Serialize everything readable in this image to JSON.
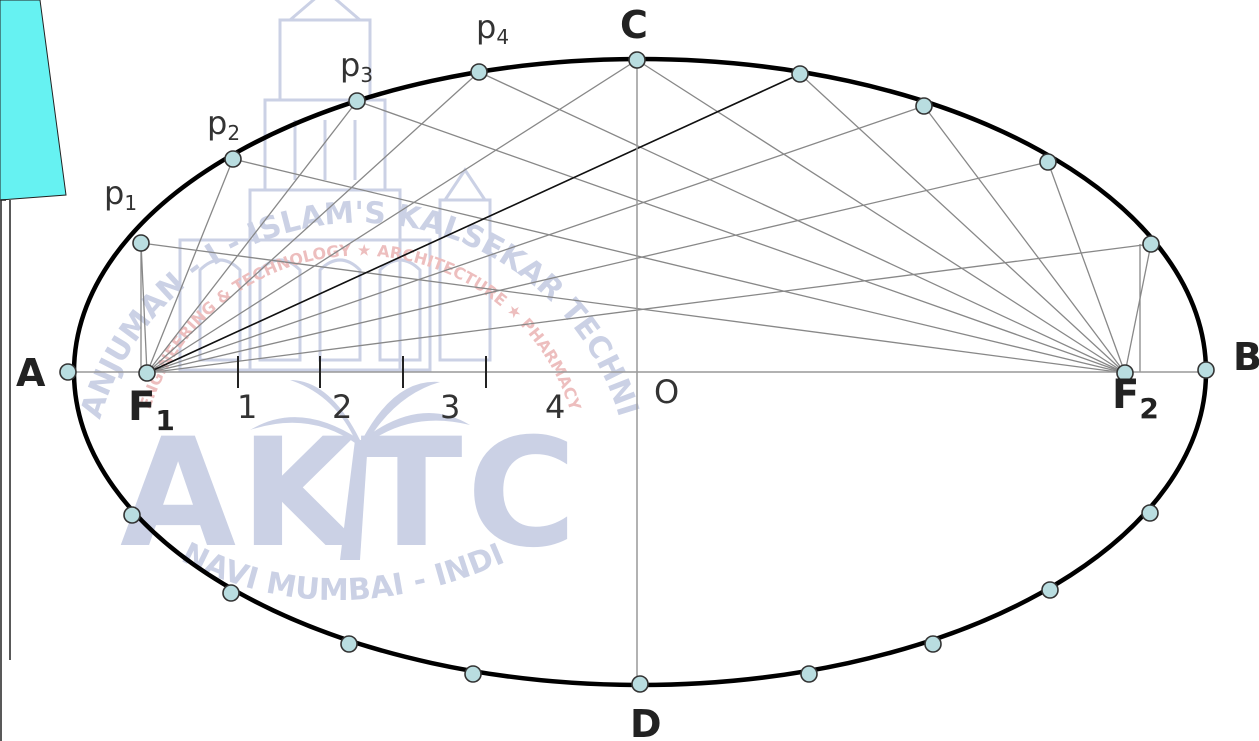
{
  "diagram": {
    "points": {
      "A": "A",
      "B": "B",
      "C": "C",
      "D": "D",
      "O": "O",
      "F1_base": "F",
      "F1_sub": "1",
      "F2_base": "F",
      "F2_sub": "2"
    },
    "p_labels": [
      {
        "base": "p",
        "sub": "1"
      },
      {
        "base": "p",
        "sub": "2"
      },
      {
        "base": "p",
        "sub": "3"
      },
      {
        "base": "p",
        "sub": "4"
      }
    ],
    "divisions": [
      "1",
      "2",
      "3",
      "4"
    ]
  },
  "watermark": {
    "arc_top": "ANJUMAN - I - ISLAM'S KALSEKAR TECHNICAL CAMPUS NEW PANVEL",
    "arc_inner": "ENGINEERING & TECHNOLOGY ★ ARCHITECTURE ★ PHARMACY",
    "logo_text": "AKTC",
    "bottom": "NAVI MUMBAI - INDIA"
  },
  "colors": {
    "ellipse": "#000000",
    "construction": "#888888",
    "point_fill": "#b9dde0",
    "panel": "#66f2f2",
    "watermark": "#c6cde3",
    "watermark_red": "#ecb8b8"
  }
}
